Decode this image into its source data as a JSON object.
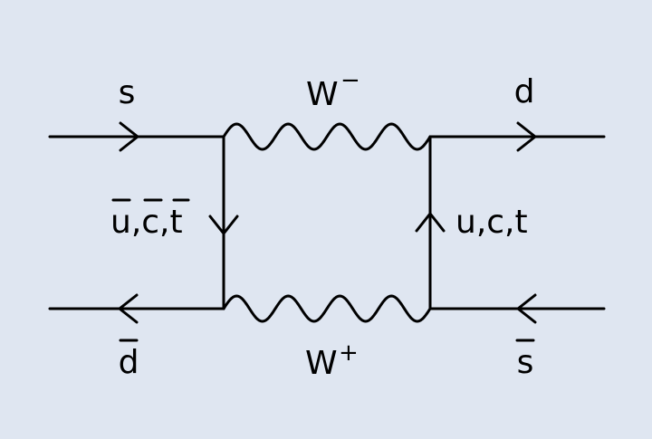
{
  "diagram": {
    "labels": {
      "s_in": "s",
      "d_out": "d",
      "dbar_in": "d",
      "sbar_out": "s",
      "w_top": "W",
      "w_top_charge": "−",
      "w_bottom": "W",
      "w_bottom_charge": "+",
      "left_quarks": "u,c,t",
      "right_quarks": "u,c,t"
    },
    "colors": {
      "background": "#dfe6f1",
      "lines": "#000000"
    }
  }
}
